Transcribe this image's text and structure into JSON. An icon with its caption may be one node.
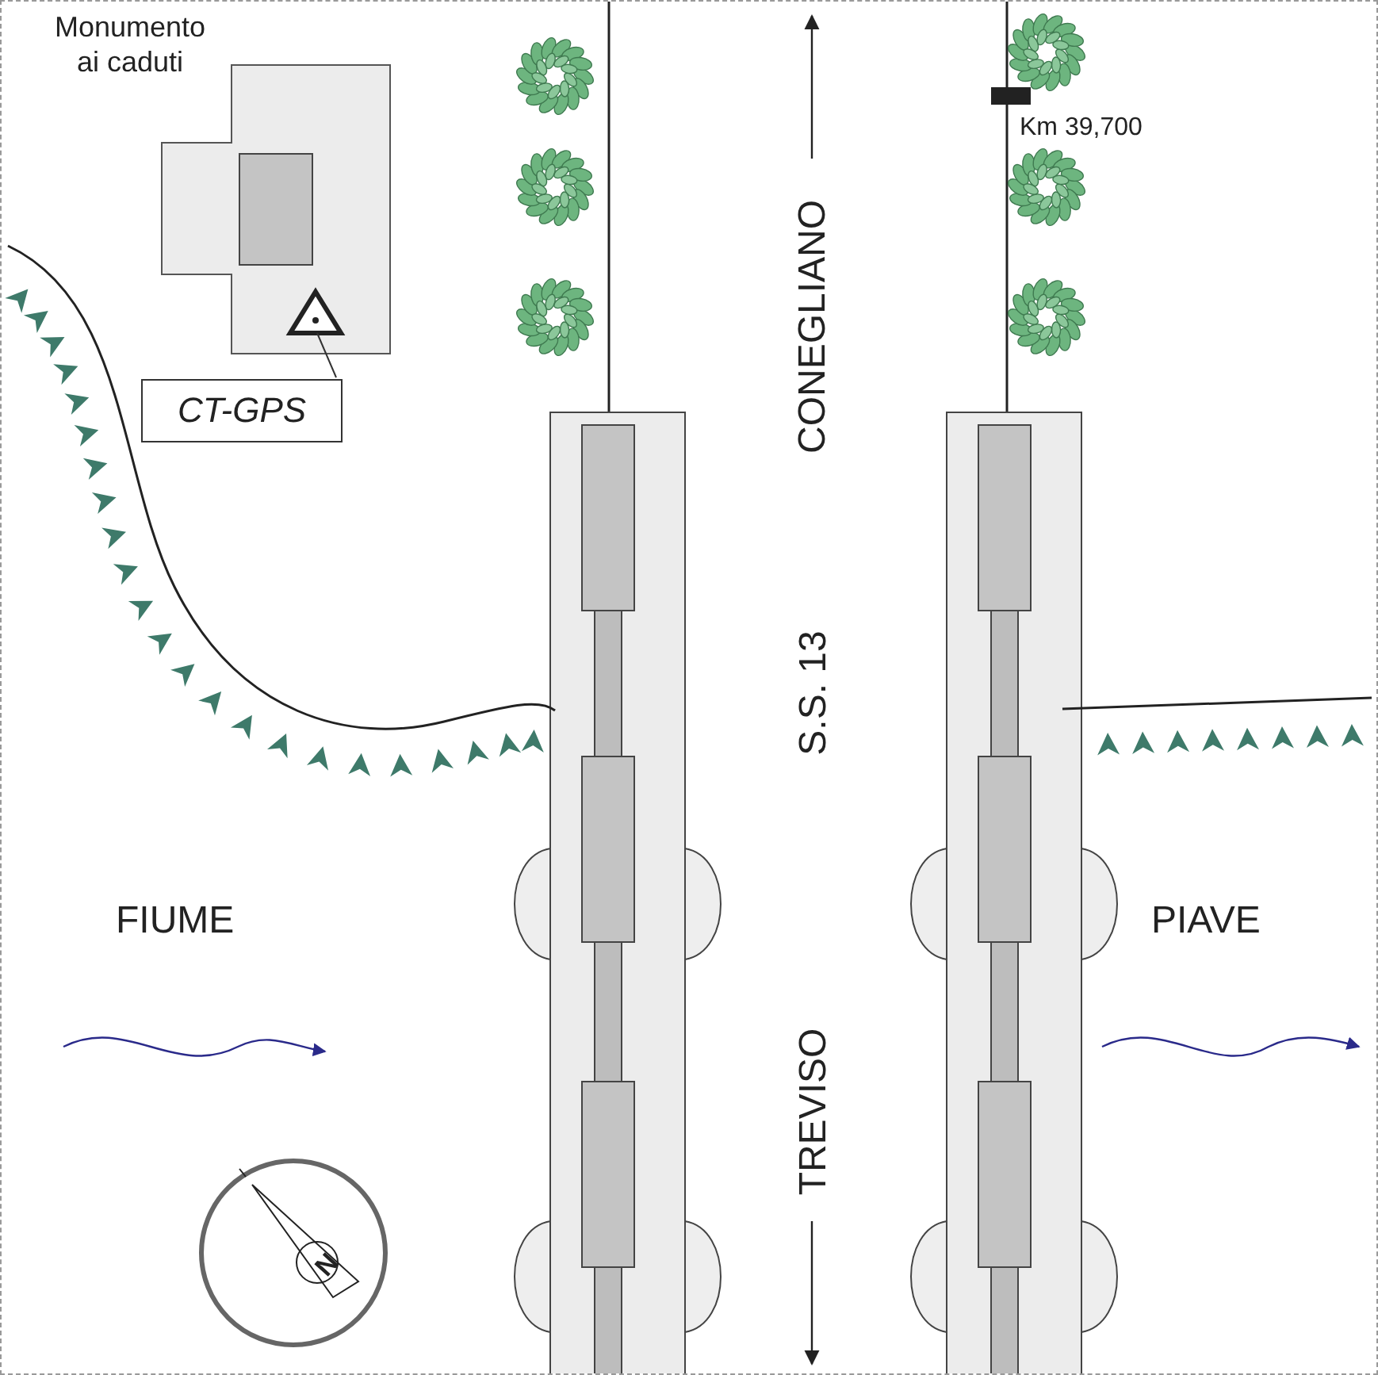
{
  "diagram": {
    "nodes": [
      {
        "text": [
          "Monumento ai caduti"
        ]
      },
      {
        "text": [],
        "shape": "triangle",
        "in": 0
      },
      {
        "text": [
          "CT-GPS"
        ]
      }
    ],
    "edges": [
      {
        "from": 2,
        "to": 1,
        "arrow": "none"
      }
    ],
    "labels": [
      "Km 39,700",
      "CONEGLIANO",
      "S.S. 13",
      "FIUME",
      "PIAVE",
      "TREVISO",
      "N"
    ]
  }
}
